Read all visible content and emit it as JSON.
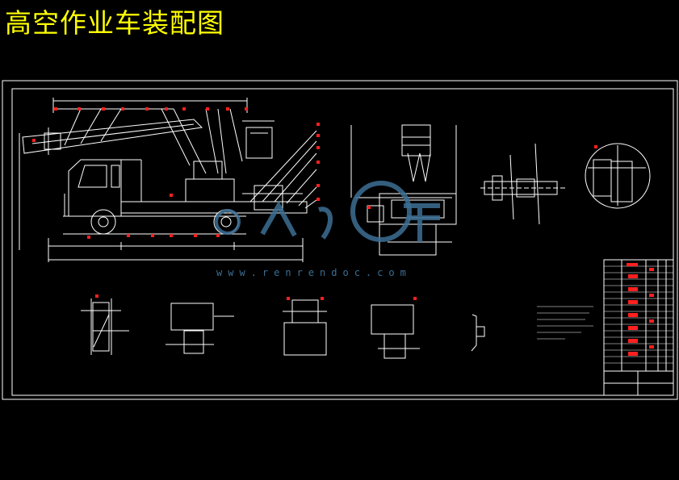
{
  "title": "高空作业车装配图",
  "watermark": {
    "logo_text": "人人文库",
    "url": "www.renrendoc.com",
    "color": "#3d6f94"
  },
  "colors": {
    "background": "#000000",
    "title": "#ffff00",
    "lines": "#ffffff",
    "balloons": "#ff2020"
  }
}
